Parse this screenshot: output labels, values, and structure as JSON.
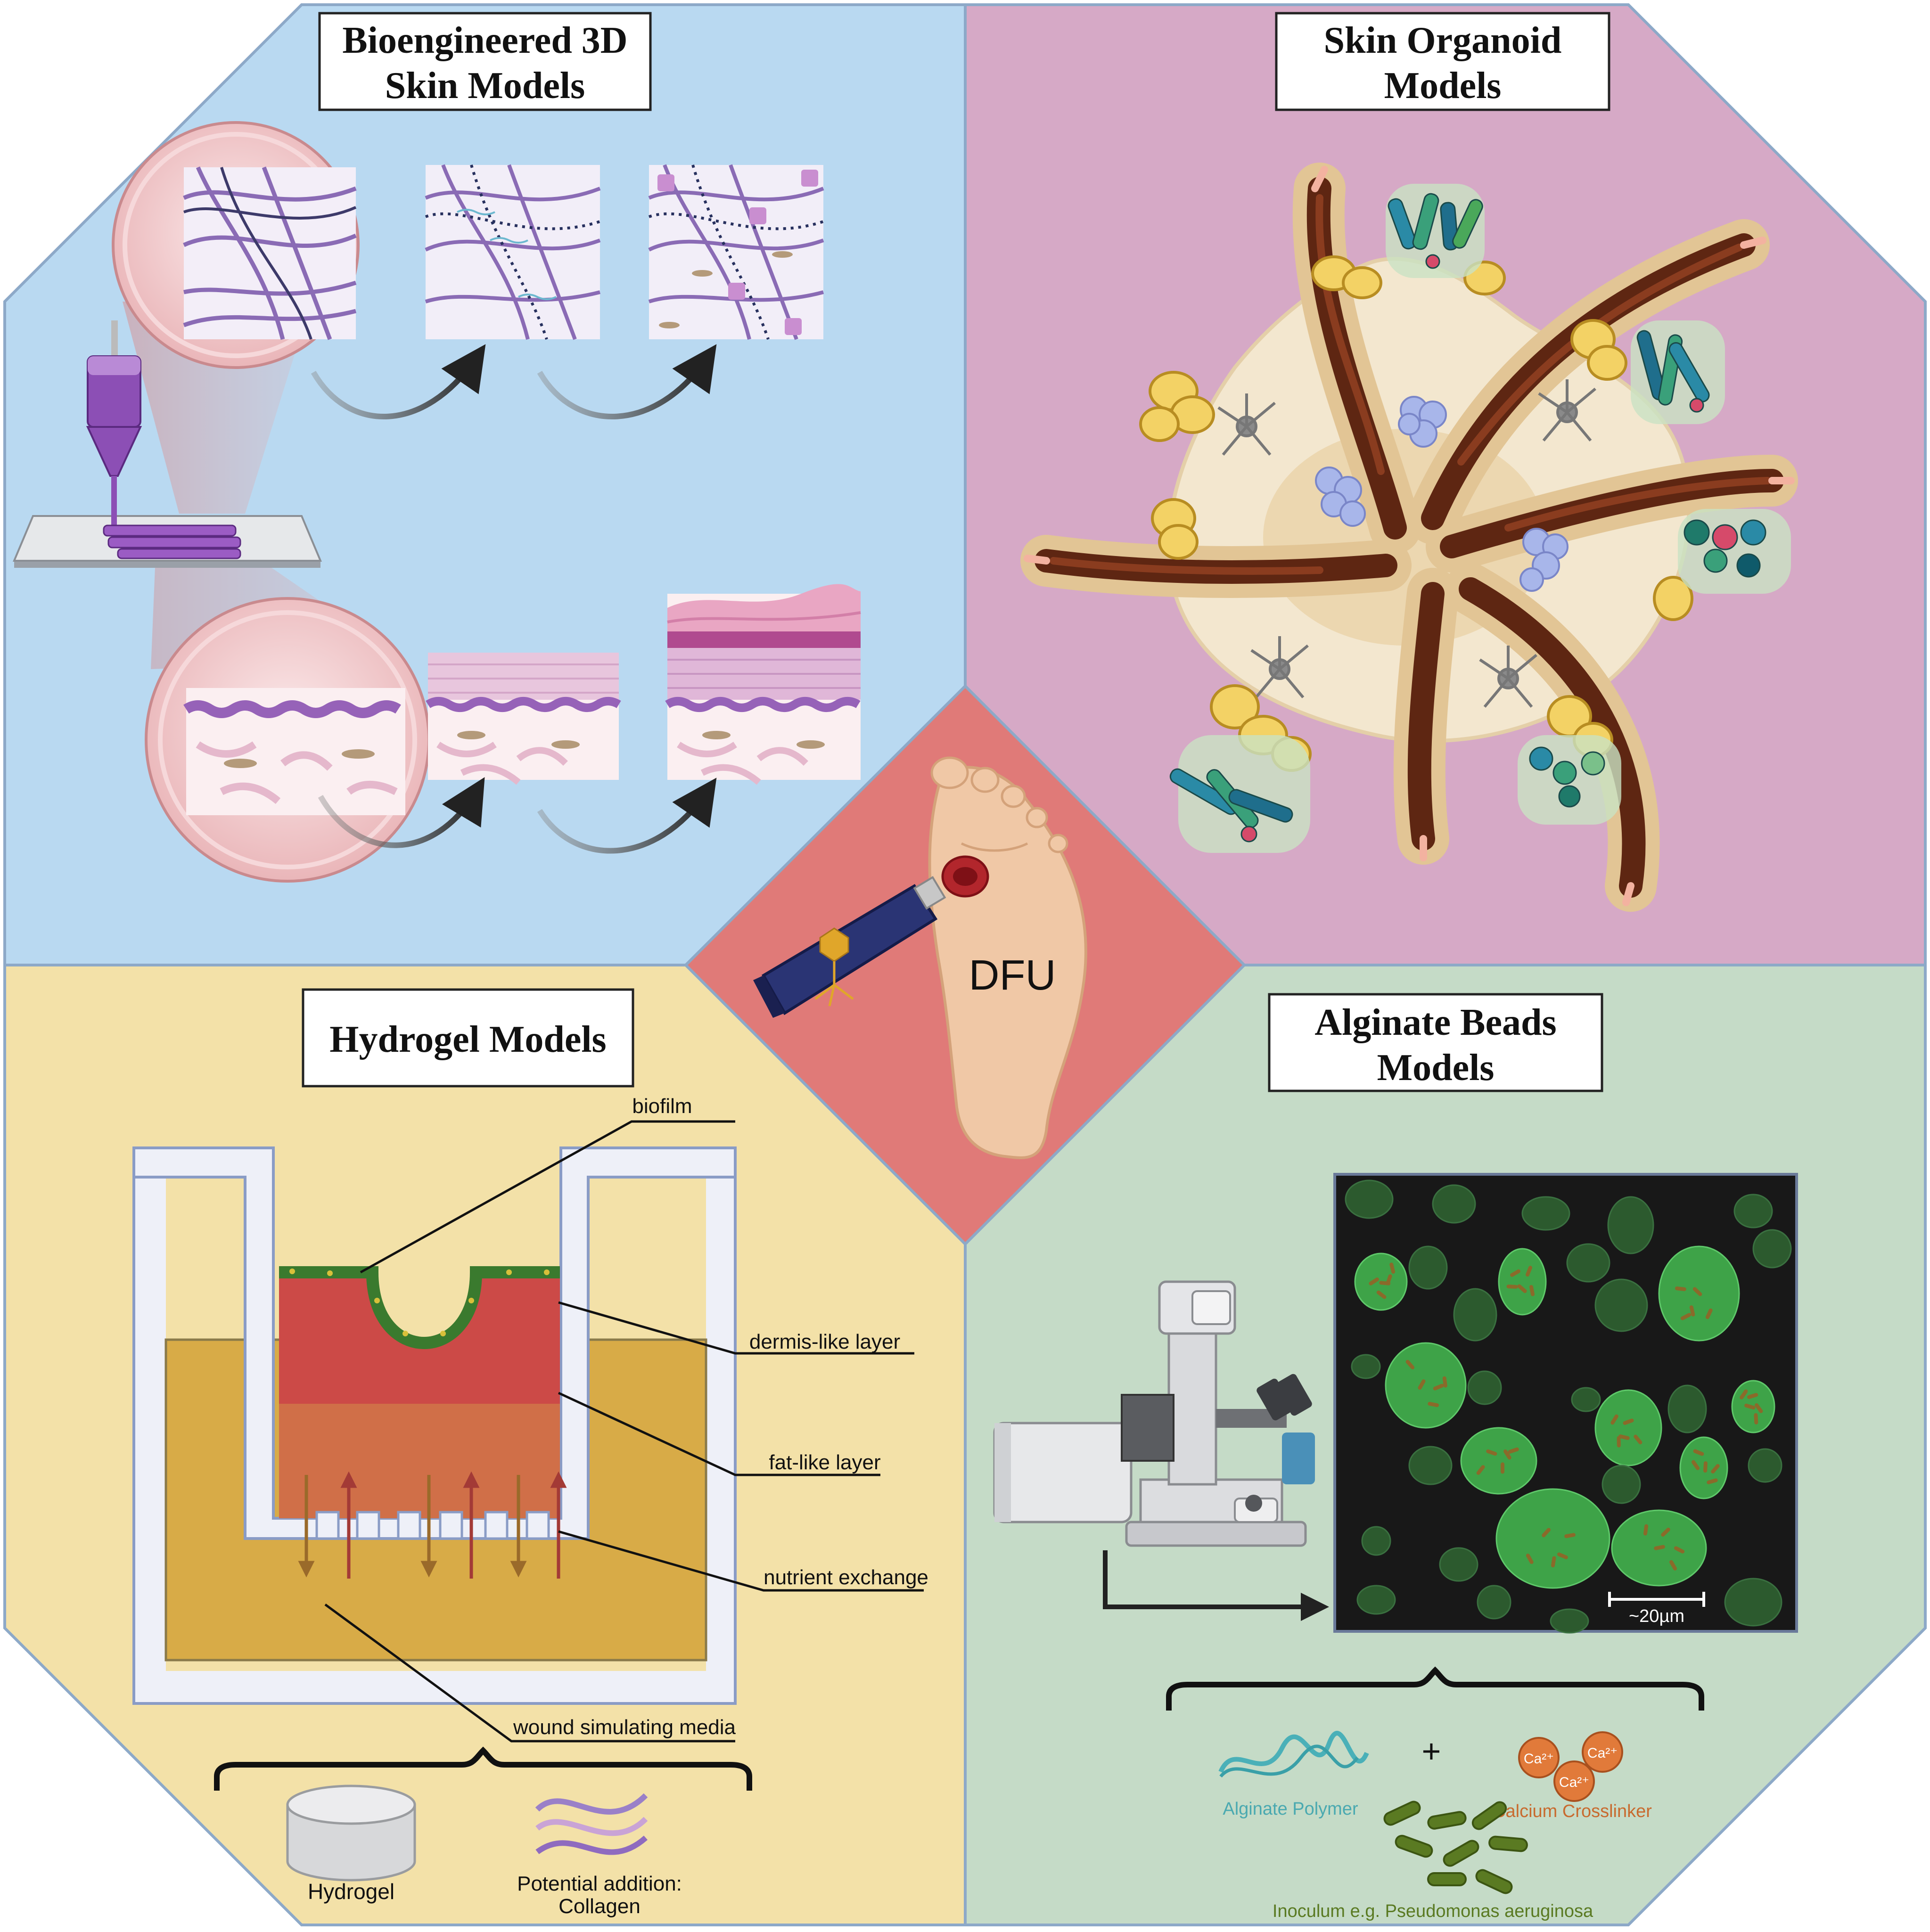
{
  "colors": {
    "blue_panel": "#b9d9f1",
    "pink_panel": "#d6a9c6",
    "yellow_panel": "#f3e1a8",
    "green_panel": "#c5dbc7",
    "center_diamond": "#e07a78",
    "hydrogel_dermis": "#cc4a47",
    "hydrogel_fat": "#d06f48",
    "hydrogel_media": "#d8ab47",
    "biofilm": "#3a7a2e",
    "outline": "#8da9c8"
  },
  "panels": {
    "bioengineered": {
      "title_line1": "Bioengineered 3D",
      "title_line2": "Skin Models"
    },
    "organoid": {
      "title_line1": "Skin Organoid",
      "title_line2": "Models"
    },
    "hydrogel": {
      "title": "Hydrogel Models",
      "labels": {
        "biofilm": "biofilm",
        "dermis": "dermis-like layer",
        "fat": "fat-like layer",
        "nutrient": "nutrient exchange",
        "media": "wound simulating media"
      },
      "components": {
        "hydrogel": "Hydrogel",
        "collagen_line1": "Potential addition:",
        "collagen_line2": "Collagen"
      }
    },
    "alginate": {
      "title_line1": "Alginate Beads",
      "title_line2": "Models",
      "scale_bar": "~20µm",
      "components": {
        "polymer": "Alginate Polymer",
        "plus": "+",
        "crosslinker": "Calcium Crosslinker",
        "inoculum": "Inoculum e.g. Pseudomonas aeruginosa",
        "ca_ion": "Ca²⁺"
      }
    },
    "center": {
      "label": "DFU"
    }
  },
  "icons": {
    "printer": "bioprinter-icon",
    "foot": "foot-icon",
    "tube": "phage-ointment-tube-icon",
    "microscope": "confocal-microscope-icon"
  }
}
